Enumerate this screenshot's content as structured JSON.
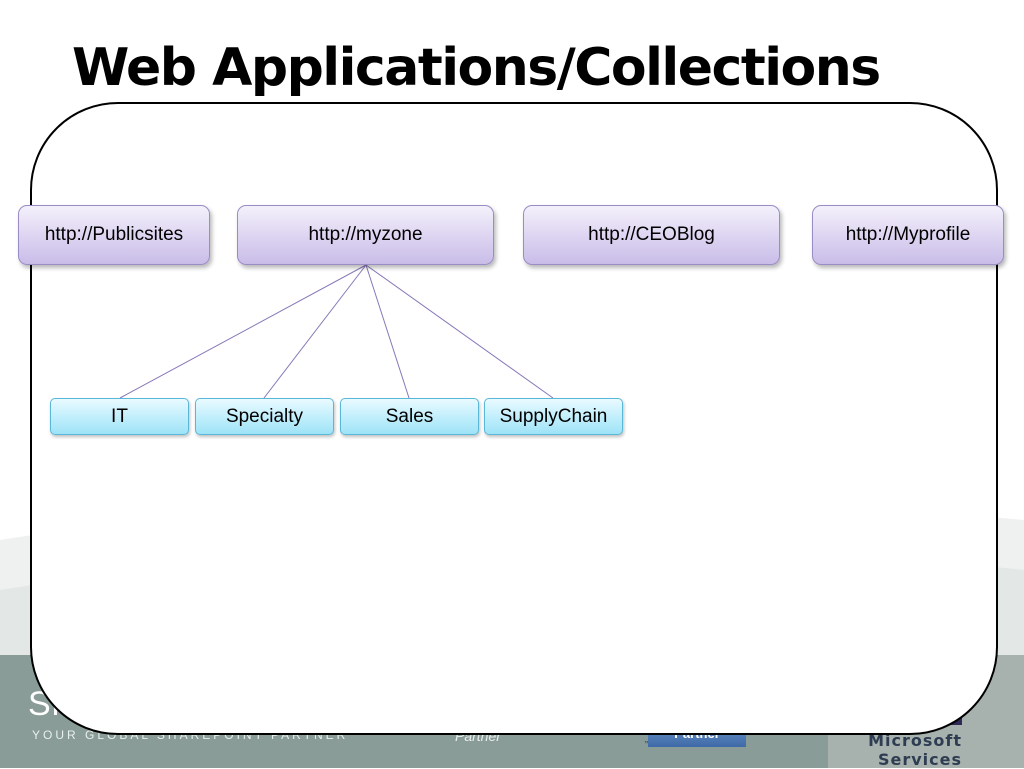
{
  "slide": {
    "title": "Web Applications/Collections"
  },
  "diagram": {
    "web_applications": [
      {
        "label": "http://Publicsites"
      },
      {
        "label": "http://myzone"
      },
      {
        "label": "http://CEOBlog"
      },
      {
        "label": "http://Myprofile"
      }
    ],
    "site_collections": [
      {
        "label": "IT"
      },
      {
        "label": "Specialty"
      },
      {
        "label": "Sales"
      },
      {
        "label": "SupplyChain"
      }
    ],
    "connections": [
      {
        "from": "http://myzone",
        "to": "IT"
      },
      {
        "from": "http://myzone",
        "to": "Specialty"
      },
      {
        "from": "http://myzone",
        "to": "Sales"
      },
      {
        "from": "http://myzone",
        "to": "SupplyChain"
      }
    ],
    "colors": {
      "web_application_fill": "#dcd3f1",
      "web_application_border": "#9a8cc4",
      "collection_fill": "#bfeefc",
      "collection_border": "#59b8d8",
      "connector": "#8878b8"
    }
  },
  "footer": {
    "brand": "Sh",
    "tagline": "YOUR GLOBAL SHAREPOINT PARTNER",
    "partner_text": "Partner",
    "partner_badge": "Partner",
    "ms_services": "Microsoft Services"
  }
}
